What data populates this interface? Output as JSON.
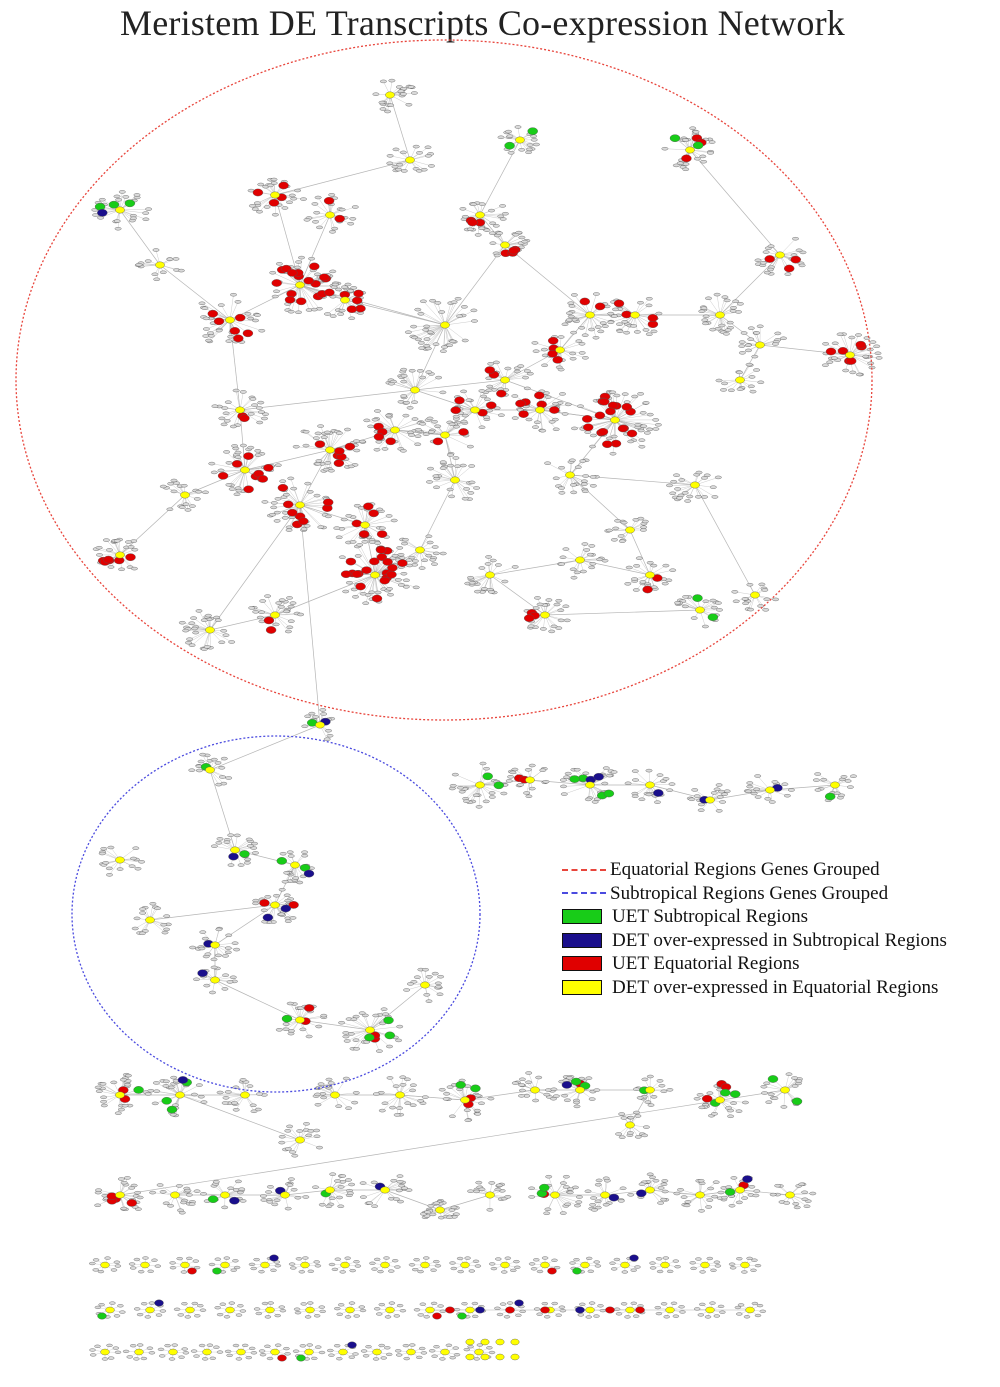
{
  "title": "Meristem DE Transcripts Co-expression Network",
  "legend": {
    "equatorial_grouped": "Equatorial Regions Genes Grouped",
    "subtropical_grouped": "Subtropical Regions Genes Grouped",
    "uet_subtropical": "UET Subtropical Regions",
    "det_subtropical": "DET over-expressed in Subtropical Regions",
    "uet_equatorial": "UET Equatorial Regions",
    "det_equatorial": "DET over-expressed in Equatorial Regions"
  },
  "colors": {
    "equatorial_outline": "#e8453c",
    "subtropical_outline": "#4a4adf",
    "uet_subtropical": "#18cc18",
    "det_subtropical": "#1a0f8c",
    "uet_equatorial": "#e00000",
    "det_equatorial": "#ffff00",
    "gene_node": "#d9d9d9",
    "edge": "#b5b5b5"
  },
  "icons": {
    "gene-node": "small gray ellipse",
    "hub-node": "yellow ellipse"
  }
}
